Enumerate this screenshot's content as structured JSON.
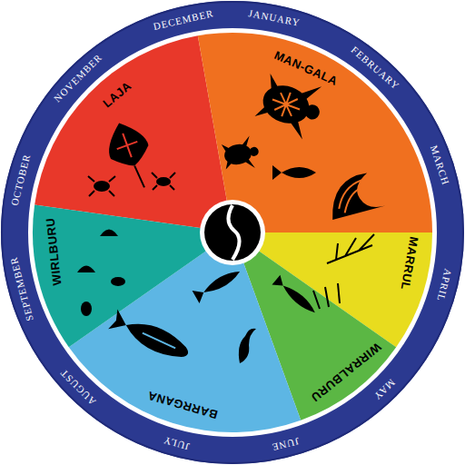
{
  "diagram": {
    "labels": [
      "JANUARY",
      "FEBRUARY",
      "MARCH",
      "APRIL",
      "MAY",
      "JUNE",
      "JULY",
      "AUGUST",
      "SEPTEMBER",
      "OCTOBER",
      "NOVEMBER",
      "DECEMBER",
      "MAN-GALA",
      "MARRUL",
      "WIRRALBURU",
      "BARRGANA",
      "WIRLBURU",
      "LAJA"
    ]
  }
}
